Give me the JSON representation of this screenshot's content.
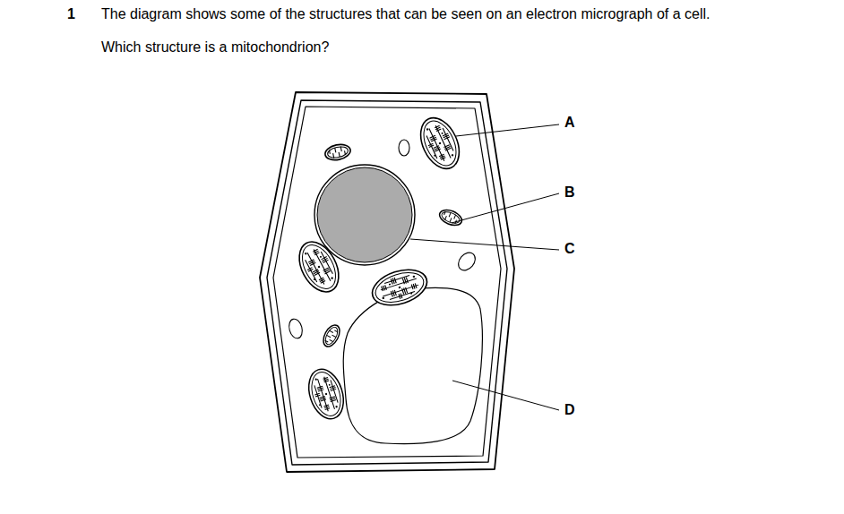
{
  "diagram": {
    "labels": [
      "1",
      "The diagram shows some of the structures that can be seen on an electron micrograph of a cell.",
      "Which structure is a mitochondrion?",
      "A",
      "B",
      "C",
      "D"
    ]
  }
}
